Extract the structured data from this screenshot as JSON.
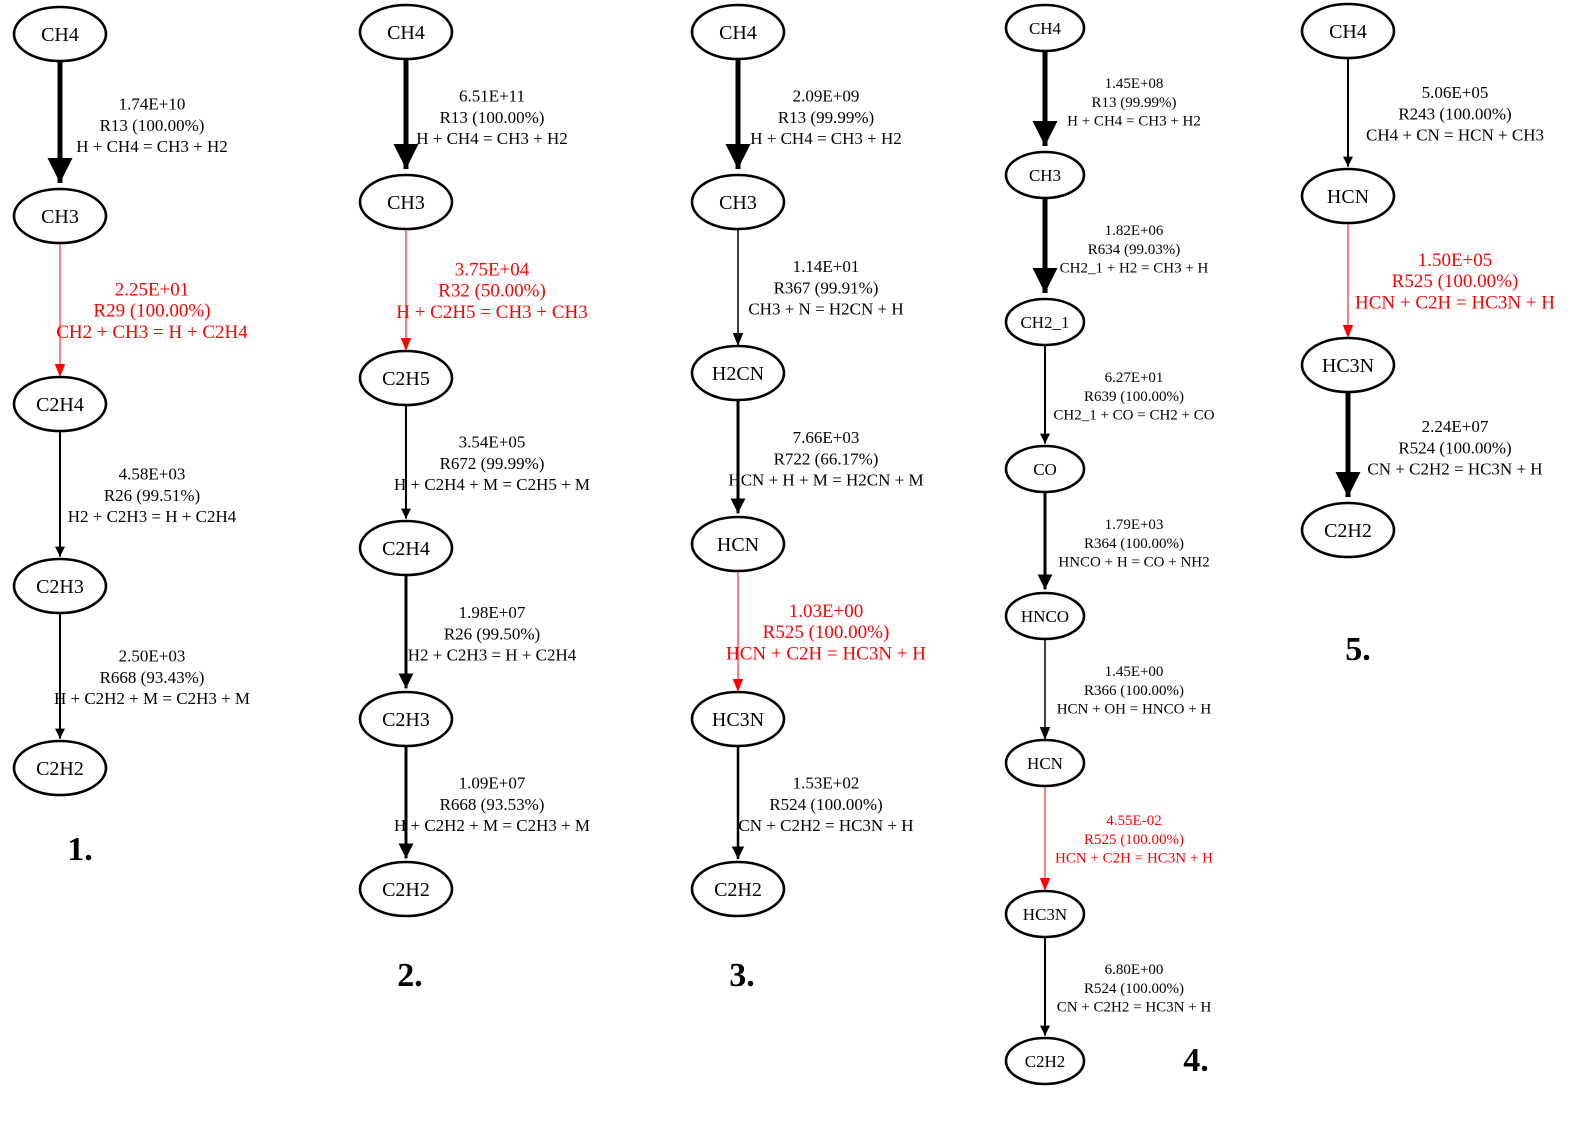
{
  "highlight_color": "#ff0000",
  "default_color": "#000000",
  "pathways": [
    {
      "number": "1.",
      "nodes": [
        "CH4",
        "CH3",
        "C2H4",
        "C2H3",
        "C2H2"
      ],
      "edges": [
        {
          "rate": "1.74E+10",
          "reaction": "R13 (100.00%)",
          "equation": "H + CH4 = CH3 + H2",
          "highlight": false,
          "weight": 5
        },
        {
          "rate": "2.25E+01",
          "reaction": "R29 (100.00%)",
          "equation": "CH2 + CH3 = H + C2H4",
          "highlight": true,
          "weight": 1
        },
        {
          "rate": "4.58E+03",
          "reaction": "R26 (99.51%)",
          "equation": "H2 + C2H3 = H + C2H4",
          "highlight": false,
          "weight": 2
        },
        {
          "rate": "2.50E+03",
          "reaction": "R668 (93.43%)",
          "equation": "H + C2H2 + M = C2H3 + M",
          "highlight": false,
          "weight": 2
        }
      ]
    },
    {
      "number": "2.",
      "nodes": [
        "CH4",
        "CH3",
        "C2H5",
        "C2H4",
        "C2H3",
        "C2H2"
      ],
      "edges": [
        {
          "rate": "6.51E+11",
          "reaction": "R13 (100.00%)",
          "equation": "H + CH4 = CH3 + H2",
          "highlight": false,
          "weight": 5
        },
        {
          "rate": "3.75E+04",
          "reaction": "R32 (50.00%)",
          "equation": "H + C2H5 = CH3 + CH3",
          "highlight": true,
          "weight": 1
        },
        {
          "rate": "3.54E+05",
          "reaction": "R672 (99.99%)",
          "equation": "H + C2H4 + M = C2H5 + M",
          "highlight": false,
          "weight": 2
        },
        {
          "rate": "1.98E+07",
          "reaction": "R26 (99.50%)",
          "equation": "H2 + C2H3 = H + C2H4",
          "highlight": false,
          "weight": 3
        },
        {
          "rate": "1.09E+07",
          "reaction": "R668 (93.53%)",
          "equation": "H + C2H2 + M = C2H3 + M",
          "highlight": false,
          "weight": 3
        }
      ]
    },
    {
      "number": "3.",
      "nodes": [
        "CH4",
        "CH3",
        "H2CN",
        "HCN",
        "HC3N",
        "C2H2"
      ],
      "edges": [
        {
          "rate": "2.09E+09",
          "reaction": "R13 (99.99%)",
          "equation": "H + CH4 = CH3 + H2",
          "highlight": false,
          "weight": 5
        },
        {
          "rate": "1.14E+01",
          "reaction": "R367 (99.91%)",
          "equation": "CH3 + N = H2CN + H",
          "highlight": false,
          "weight": 1.5
        },
        {
          "rate": "7.66E+03",
          "reaction": "R722 (66.17%)",
          "equation": "HCN + H + M = H2CN + M",
          "highlight": false,
          "weight": 3
        },
        {
          "rate": "1.03E+00",
          "reaction": "R525 (100.00%)",
          "equation": "HCN + C2H = HC3N + H",
          "highlight": true,
          "weight": 1
        },
        {
          "rate": "1.53E+02",
          "reaction": "R524 (100.00%)",
          "equation": "CN + C2H2 = HC3N + H",
          "highlight": false,
          "weight": 2.5
        }
      ]
    },
    {
      "number": "4.",
      "nodes": [
        "CH4",
        "CH3",
        "CH2_1",
        "CO",
        "HNCO",
        "HCN",
        "HC3N",
        "C2H2"
      ],
      "edges": [
        {
          "rate": "1.45E+08",
          "reaction": "R13 (99.99%)",
          "equation": "H + CH4 = CH3 + H2",
          "highlight": false,
          "weight": 5
        },
        {
          "rate": "1.82E+06",
          "reaction": "R634 (99.03%)",
          "equation": "CH2_1 + H2 = CH3 + H",
          "highlight": false,
          "weight": 5
        },
        {
          "rate": "6.27E+01",
          "reaction": "R639 (100.00%)",
          "equation": "CH2_1 + CO = CH2 + CO",
          "highlight": false,
          "weight": 2
        },
        {
          "rate": "1.79E+03",
          "reaction": "R364 (100.00%)",
          "equation": "HNCO + H = CO + NH2",
          "highlight": false,
          "weight": 3
        },
        {
          "rate": "1.45E+00",
          "reaction": "R366 (100.00%)",
          "equation": "HCN + OH = HNCO + H",
          "highlight": false,
          "weight": 1.5
        },
        {
          "rate": "4.55E-02",
          "reaction": "R525 (100.00%)",
          "equation": "HCN + C2H = HC3N + H",
          "highlight": true,
          "weight": 1
        },
        {
          "rate": "6.80E+00",
          "reaction": "R524 (100.00%)",
          "equation": "CN + C2H2 = HC3N + H",
          "highlight": false,
          "weight": 2
        }
      ]
    },
    {
      "number": "5.",
      "nodes": [
        "CH4",
        "HCN",
        "HC3N",
        "C2H2"
      ],
      "edges": [
        {
          "rate": "5.06E+05",
          "reaction": "R243 (100.00%)",
          "equation": "CH4 + CN = HCN + CH3",
          "highlight": false,
          "weight": 2
        },
        {
          "rate": "1.50E+05",
          "reaction": "R525 (100.00%)",
          "equation": "HCN + C2H = HC3N + H",
          "highlight": true,
          "weight": 1
        },
        {
          "rate": "2.24E+07",
          "reaction": "R524 (100.00%)",
          "equation": "CN + C2H2 = HC3N + H",
          "highlight": false,
          "weight": 5
        }
      ]
    }
  ]
}
